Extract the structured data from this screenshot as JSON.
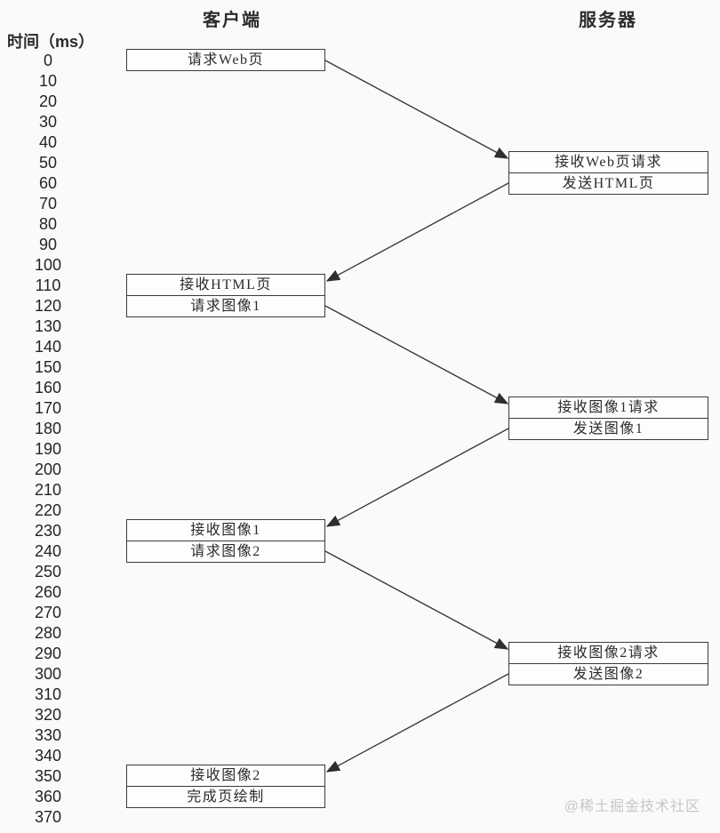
{
  "colors": {
    "background": "#fafafa",
    "line": "#3a3a3a",
    "box_border": "#3b3b3b",
    "box_fill": "#fdfdfd",
    "text": "#2b2b2b",
    "watermark": "#c7c7c7"
  },
  "axis": {
    "title": "时间（ms）",
    "ticks": [
      "0",
      "10",
      "20",
      "30",
      "40",
      "50",
      "60",
      "70",
      "80",
      "90",
      "100",
      "110",
      "120",
      "130",
      "140",
      "150",
      "160",
      "170",
      "180",
      "190",
      "200",
      "210",
      "220",
      "230",
      "240",
      "250",
      "260",
      "270",
      "280",
      "290",
      "300",
      "310",
      "320",
      "330",
      "340",
      "350",
      "360",
      "370"
    ]
  },
  "columns": {
    "client": {
      "label": "客户端"
    },
    "server": {
      "label": "服务器"
    }
  },
  "boxes": [
    {
      "id": "client-request-web",
      "column": "client",
      "rows": [
        {
          "time": 0,
          "label": "请求Web页"
        }
      ]
    },
    {
      "id": "server-web-request",
      "column": "server",
      "rows": [
        {
          "time": 50,
          "label": "接收Web页请求"
        },
        {
          "time": 60,
          "label": "发送HTML页"
        }
      ]
    },
    {
      "id": "client-html",
      "column": "client",
      "rows": [
        {
          "time": 110,
          "label": "接收HTML页"
        },
        {
          "time": 120,
          "label": "请求图像1"
        }
      ]
    },
    {
      "id": "server-image1",
      "column": "server",
      "rows": [
        {
          "time": 170,
          "label": "接收图像1请求"
        },
        {
          "time": 180,
          "label": "发送图像1"
        }
      ]
    },
    {
      "id": "client-image1",
      "column": "client",
      "rows": [
        {
          "time": 230,
          "label": "接收图像1"
        },
        {
          "time": 240,
          "label": "请求图像2"
        }
      ]
    },
    {
      "id": "server-image2",
      "column": "server",
      "rows": [
        {
          "time": 290,
          "label": "接收图像2请求"
        },
        {
          "time": 300,
          "label": "发送图像2"
        }
      ]
    },
    {
      "id": "client-image2",
      "column": "client",
      "rows": [
        {
          "time": 350,
          "label": "接收图像2"
        },
        {
          "time": 360,
          "label": "完成页绘制"
        }
      ]
    }
  ],
  "arrows": [
    {
      "from_box": 0,
      "from_row": 0,
      "to_box": 1,
      "to_row": 0
    },
    {
      "from_box": 1,
      "from_row": 1,
      "to_box": 2,
      "to_row": 0
    },
    {
      "from_box": 2,
      "from_row": 1,
      "to_box": 3,
      "to_row": 0
    },
    {
      "from_box": 3,
      "from_row": 1,
      "to_box": 4,
      "to_row": 0
    },
    {
      "from_box": 4,
      "from_row": 1,
      "to_box": 5,
      "to_row": 0
    },
    {
      "from_box": 5,
      "from_row": 1,
      "to_box": 6,
      "to_row": 0
    }
  ],
  "watermark": "@稀土掘金技术社区"
}
